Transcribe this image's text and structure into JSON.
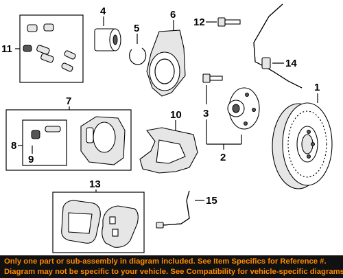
{
  "callouts": {
    "c1": "1",
    "c2": "2",
    "c3": "3",
    "c4": "4",
    "c5": "5",
    "c6": "6",
    "c7": "7",
    "c8": "8",
    "c9": "9",
    "c10": "10",
    "c11": "11",
    "c12": "12",
    "c13": "13",
    "c14": "14",
    "c15": "15"
  },
  "disclaimer": {
    "line1": "Only one part or sub-assembly in diagram included. See Item Specifics for Reference #.",
    "line2": "Diagram may not be specific to your vehicle. See Compatibility for vehicle-specific diagrams."
  },
  "colors": {
    "footer_background": "#111111",
    "footer_text": "#ff8a00"
  }
}
